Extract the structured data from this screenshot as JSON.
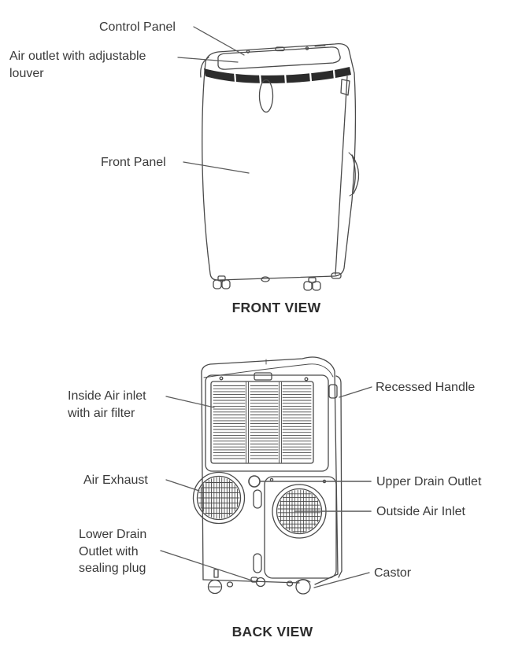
{
  "colors": {
    "ink": "#3a3a3a",
    "line": "#4a4a4a",
    "louver": "#2c2c2c",
    "background": "#ffffff"
  },
  "front": {
    "caption": "FRONT VIEW",
    "labels": {
      "control_panel": "Control Panel",
      "air_outlet_louver": "Air outlet with adjustable louver",
      "front_panel": "Front Panel"
    }
  },
  "back": {
    "caption": "BACK VIEW",
    "labels": {
      "inside_air_inlet": "Inside Air inlet with air filter",
      "recessed_handle": "Recessed Handle",
      "air_exhaust": "Air Exhaust",
      "upper_drain_outlet": "Upper Drain Outlet",
      "outside_air_inlet": "Outside Air Inlet",
      "lower_drain_outlet": "Lower Drain Outlet with sealing plug",
      "castor": "Castor"
    }
  }
}
